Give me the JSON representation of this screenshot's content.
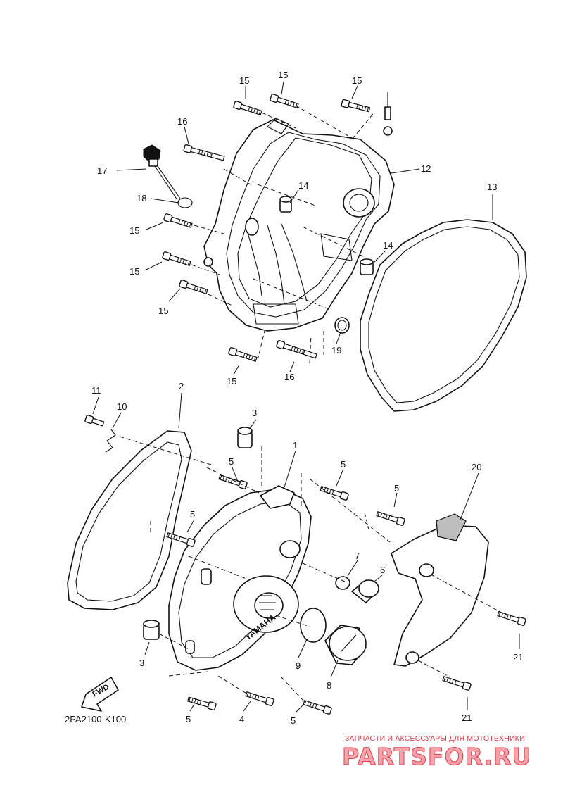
{
  "diagram": {
    "code": "2PA2100-K100",
    "fwd_label": "FWD",
    "cover_logo": "YAMAHA",
    "callouts": {
      "c1": "1",
      "c2": "2",
      "c3a": "3",
      "c3b": "3",
      "c4": "4",
      "c5a": "5",
      "c5b": "5",
      "c5c": "5",
      "c5d": "5",
      "c5e": "5",
      "c5f": "5",
      "c6": "6",
      "c7": "7",
      "c8": "8",
      "c9": "9",
      "c10": "10",
      "c11": "11",
      "c12": "12",
      "c13": "13",
      "c14a": "14",
      "c14b": "14",
      "c15a": "15",
      "c15b": "15",
      "c15c": "15",
      "c15d": "15",
      "c15e": "15",
      "c15f": "15",
      "c15g": "15",
      "c16a": "16",
      "c16b": "16",
      "c17": "17",
      "c18": "18",
      "c19": "19",
      "c20": "20",
      "c21a": "21",
      "c21b": "21"
    }
  },
  "watermark": {
    "tagline": "ЗАПЧАСТИ И АКСЕССУАРЫ ДЛЯ МОТОТЕХНИКИ",
    "brand": "PARTSFOR.RU",
    "color": "#e23a4a"
  }
}
